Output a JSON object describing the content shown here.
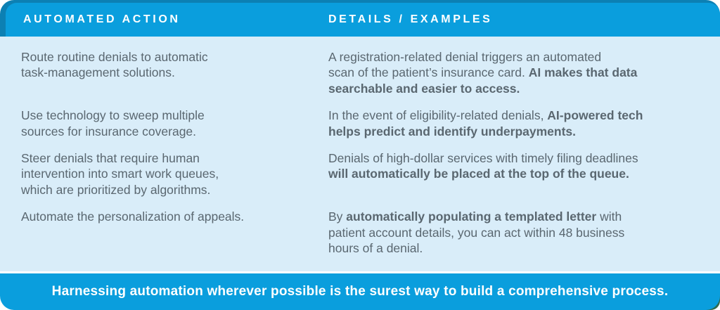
{
  "colors": {
    "accent_blue": "#0A9EDD",
    "body_bg": "#D9EDF9",
    "text": "#5A6770",
    "backdrop_blue": "#0C80B3",
    "corner_teal": "#2F6B50",
    "header_text": "#FFFFFF",
    "banner_text": "#FFFFFF"
  },
  "table": {
    "headers": [
      "AUTOMATED ACTION",
      "DETAILS / EXAMPLES"
    ],
    "rows": [
      {
        "action": "Route routine denials to automatic\ntask-management solutions.",
        "details": [
          {
            "text": "A registration-related denial triggers an automated\nscan of the patient’s insurance card. ",
            "bold": false
          },
          {
            "text": "AI makes that data\nsearchable and easier to access.",
            "bold": true
          }
        ]
      },
      {
        "action": "Use technology to sweep multiple\nsources for insurance coverage.",
        "details": [
          {
            "text": "In the event of eligibility-related denials, ",
            "bold": false
          },
          {
            "text": "AI-powered tech\nhelps predict and identify underpayments.",
            "bold": true
          }
        ]
      },
      {
        "action": "Steer denials that require human\nintervention into smart work queues,\nwhich are prioritized by algorithms.",
        "details": [
          {
            "text": "Denials of high-dollar services with timely filing deadlines\n",
            "bold": false
          },
          {
            "text": "will automatically be placed at the top of the queue.",
            "bold": true
          }
        ]
      },
      {
        "action": "Automate the personalization of appeals.",
        "details": [
          {
            "text": "By ",
            "bold": false
          },
          {
            "text": "automatically populating a templated letter",
            "bold": true
          },
          {
            "text": " with\npatient account details, you can act within 48 business\nhours of a denial.",
            "bold": false
          }
        ]
      }
    ]
  },
  "banner": {
    "text": "Harnessing automation wherever possible is the surest way to build a comprehensive process."
  }
}
